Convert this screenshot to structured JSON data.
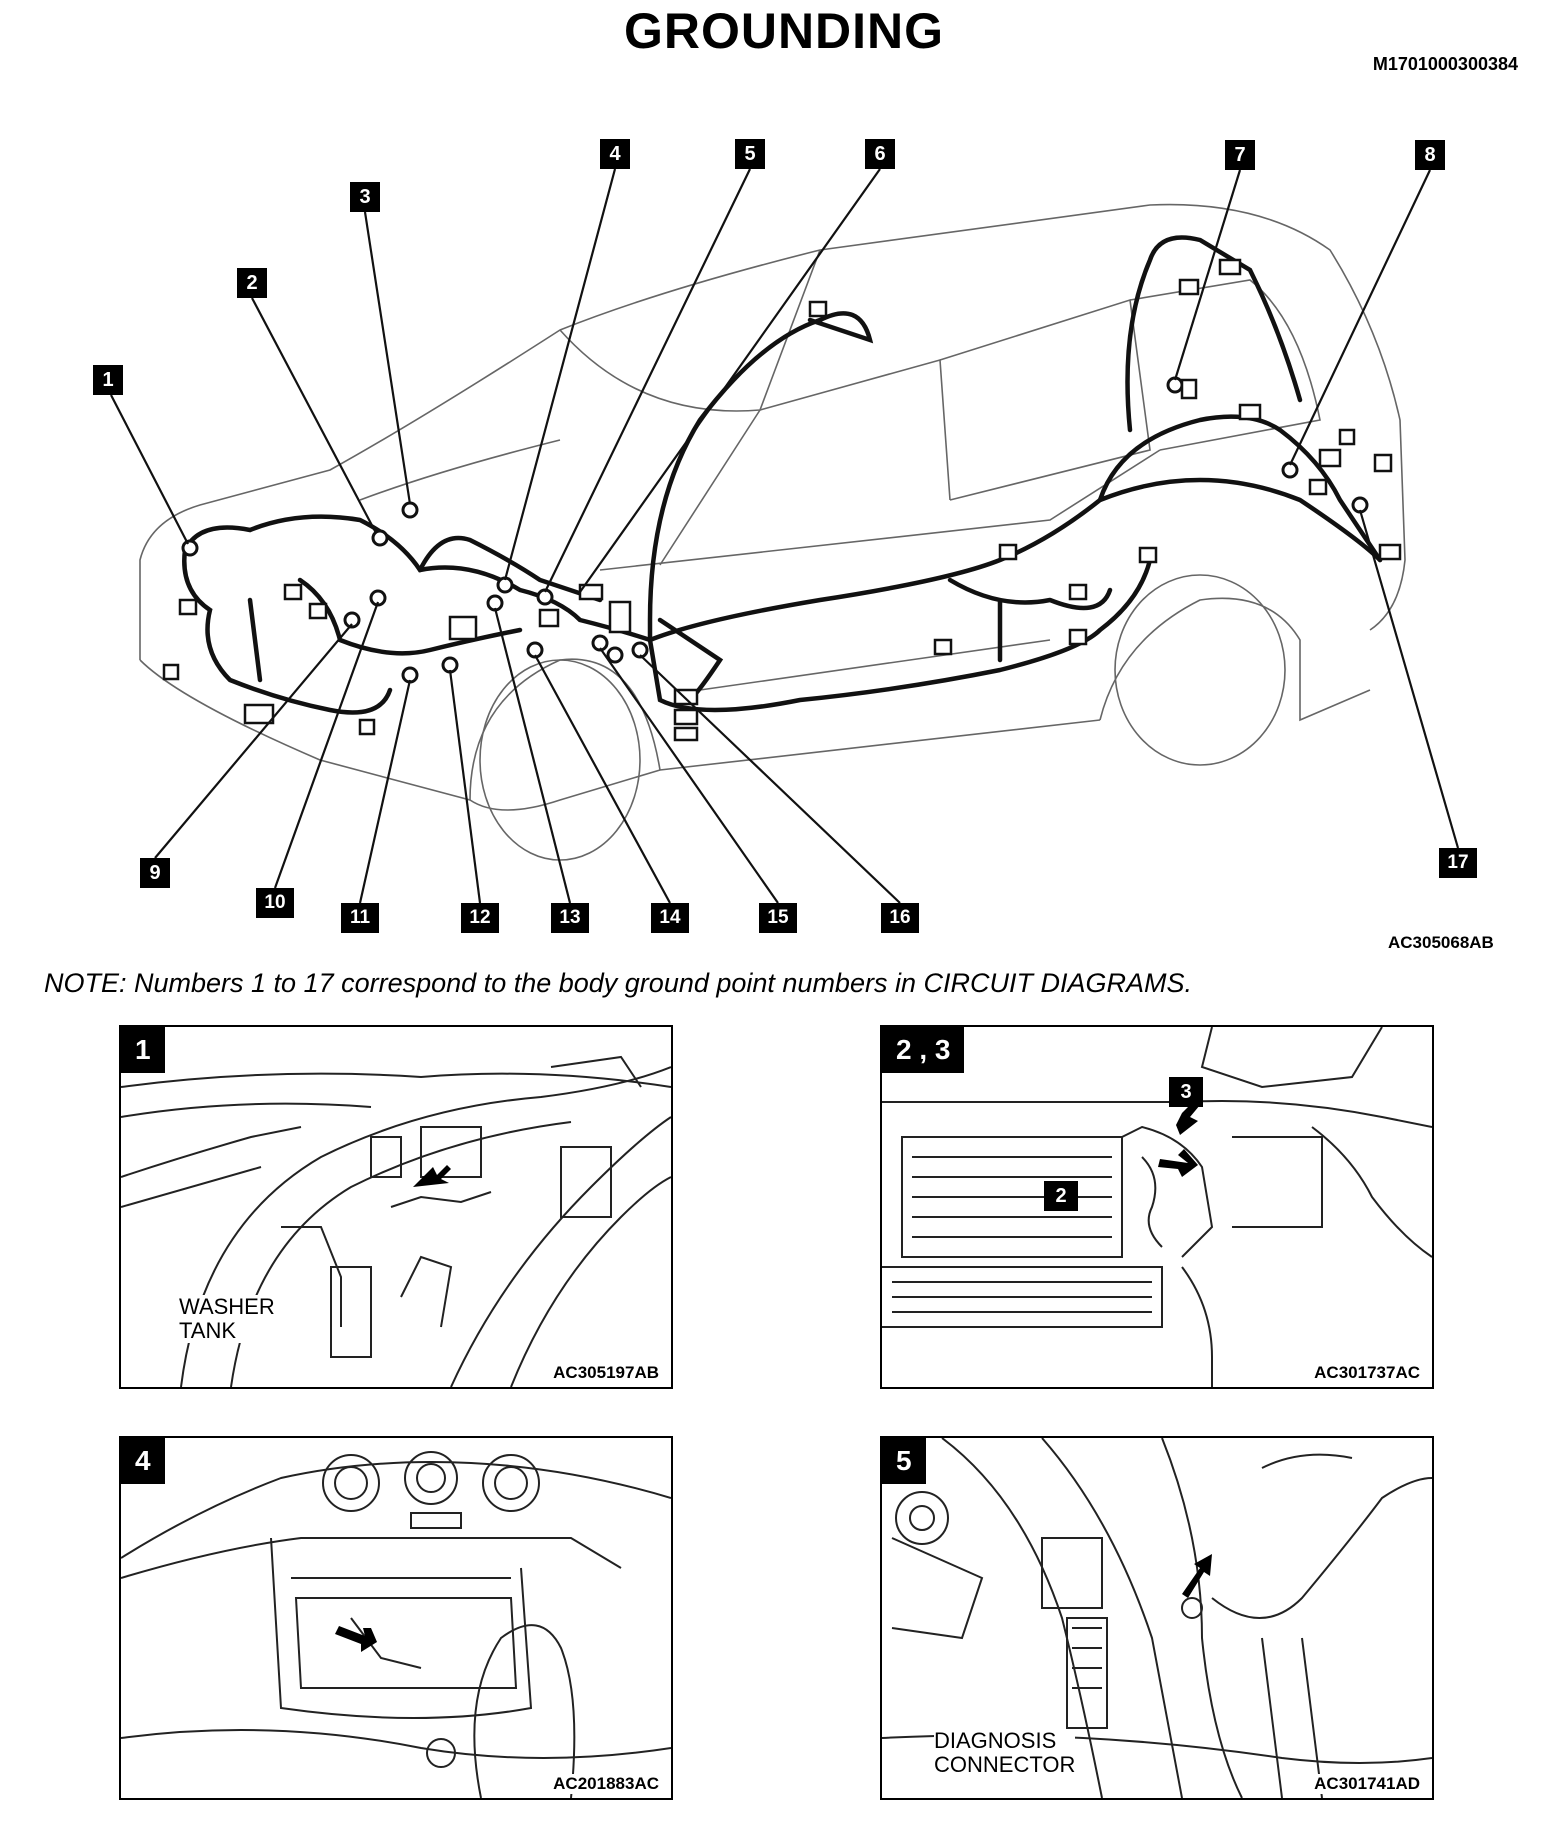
{
  "header": {
    "title": "GROUNDING",
    "doc_id": "M1701000300384"
  },
  "main_figure": {
    "code": "AC305068AB",
    "callouts": [
      "1",
      "2",
      "3",
      "4",
      "5",
      "6",
      "7",
      "8",
      "9",
      "10",
      "11",
      "12",
      "13",
      "14",
      "15",
      "16",
      "17"
    ]
  },
  "note": "NOTE: Numbers 1 to 17 correspond to the body ground point numbers in CIRCUIT DIAGRAMS.",
  "panels": [
    {
      "tag": "1",
      "code": "AC305197AB",
      "label_line1": "WASHER",
      "label_line2": "TANK"
    },
    {
      "tag": "2 , 3",
      "code": "AC301737AC",
      "marker_a": "3",
      "marker_b": "2"
    },
    {
      "tag": "4",
      "code": "AC201883AC"
    },
    {
      "tag": "5",
      "code": "AC301741AD",
      "label_line1": "DIAGNOSIS",
      "label_line2": "CONNECTOR"
    }
  ]
}
